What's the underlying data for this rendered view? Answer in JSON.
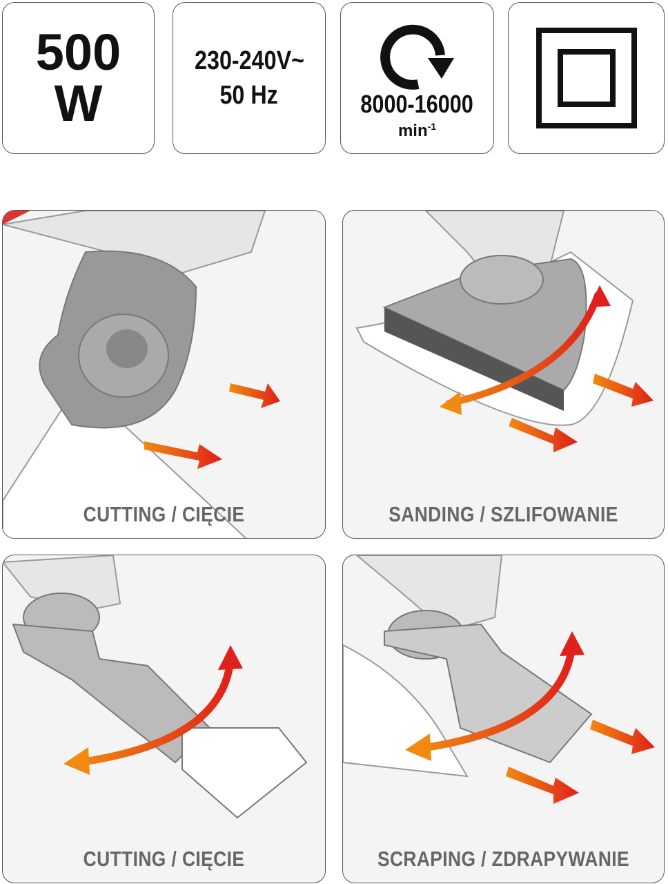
{
  "specs": {
    "power": {
      "value": "500",
      "unit": "W"
    },
    "voltage": {
      "line1": "230-240V~",
      "line2": "50 Hz"
    },
    "speed": {
      "value": "8000-16000",
      "unit": "min",
      "exponent": "-1",
      "icon": "rotation-arrow-icon"
    },
    "insulation": {
      "icon": "double-insulation-class-ii-icon"
    }
  },
  "panels": [
    {
      "label": "CUTTING / CIĘCIE"
    },
    {
      "label": "SANDING / SZLIFOWANIE"
    },
    {
      "label": "CUTTING / CIĘCIE"
    },
    {
      "label": "SCRAPING / ZDRAPYWANIE"
    }
  ],
  "colors": {
    "arrow_red": "#e0201a",
    "arrow_orange": "#f07a10",
    "label_gray": "#666666"
  }
}
